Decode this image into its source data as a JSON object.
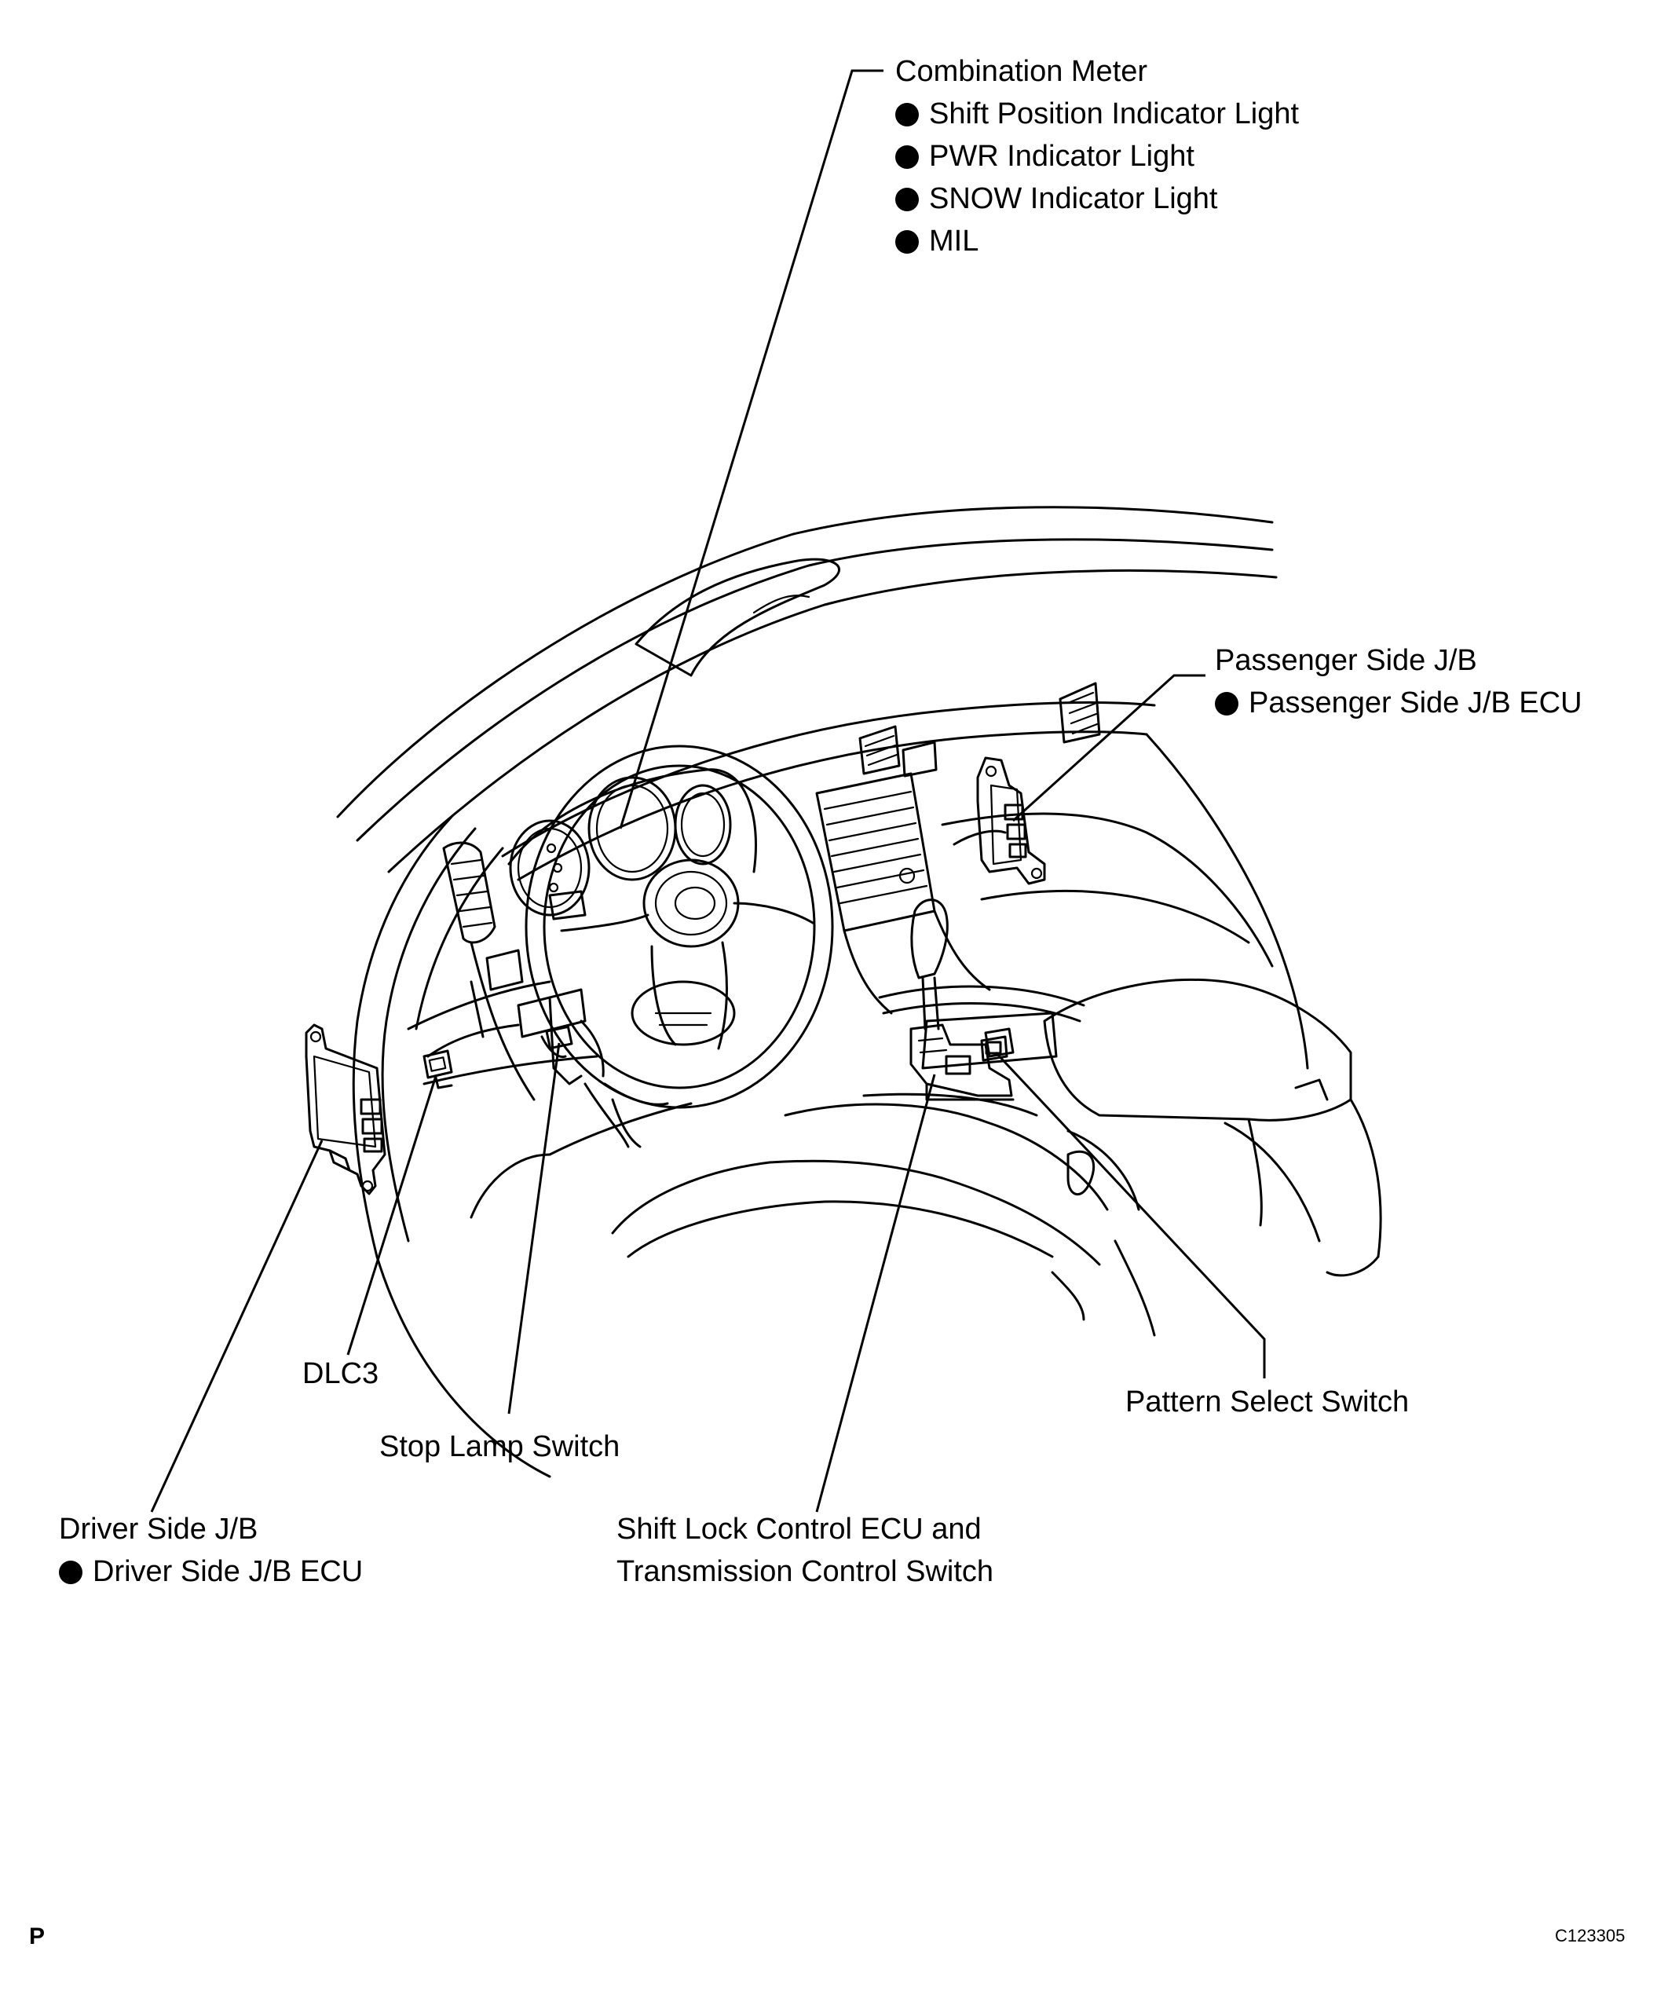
{
  "labels": {
    "combination_meter": {
      "title": "Combination Meter",
      "items": [
        "Shift Position Indicator Light",
        "PWR Indicator Light",
        "SNOW Indicator Light",
        "MIL"
      ]
    },
    "passenger_jb": {
      "title": "Passenger Side J/B",
      "items": [
        "Passenger Side J/B ECU"
      ]
    },
    "dlc3": "DLC3",
    "stop_lamp_switch": "Stop Lamp Switch",
    "pattern_select_switch": "Pattern Select Switch",
    "driver_jb": {
      "title": "Driver Side J/B",
      "items": [
        "Driver Side J/B ECU"
      ]
    },
    "shift_lock": {
      "line1": "Shift Lock Control ECU and",
      "line2": "Transmission Control Switch"
    }
  },
  "footer": {
    "corner_mark": "P",
    "figure_code": "C123305"
  }
}
